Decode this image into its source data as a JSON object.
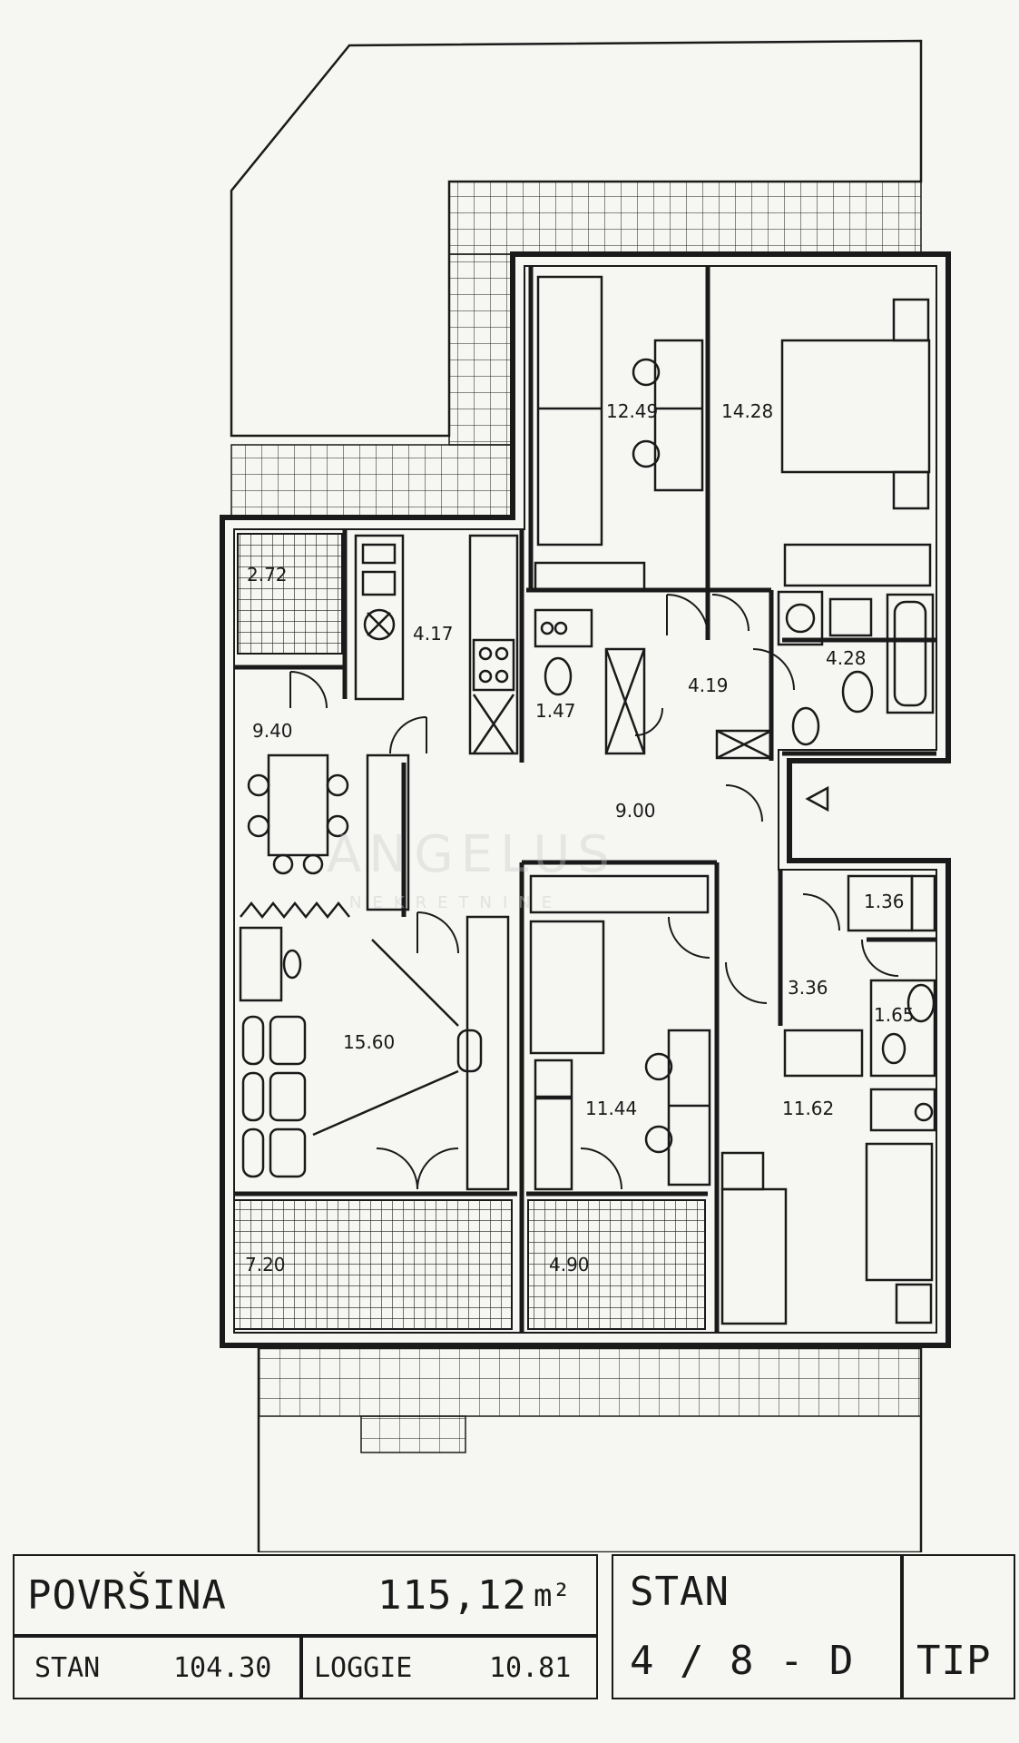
{
  "watermark": {
    "name": "ANGELUS",
    "sub": "NEKRETNINE"
  },
  "rooms": [
    {
      "id": "room-12-49",
      "label": "12.49"
    },
    {
      "id": "room-14-28",
      "label": "14.28"
    },
    {
      "id": "room-2-72",
      "label": "2.72"
    },
    {
      "id": "room-4-17",
      "label": "4.17"
    },
    {
      "id": "room-4-19",
      "label": "4.19"
    },
    {
      "id": "room-4-28",
      "label": "4.28"
    },
    {
      "id": "room-1-47",
      "label": "1.47"
    },
    {
      "id": "room-9-40",
      "label": "9.40"
    },
    {
      "id": "room-9-00",
      "label": "9.00"
    },
    {
      "id": "room-1-36",
      "label": "1.36"
    },
    {
      "id": "room-3-36",
      "label": "3.36"
    },
    {
      "id": "room-1-65",
      "label": "1.65"
    },
    {
      "id": "room-15-60",
      "label": "15.60"
    },
    {
      "id": "room-11-44",
      "label": "11.44"
    },
    {
      "id": "room-11-62",
      "label": "11.62"
    },
    {
      "id": "room-7-20",
      "label": "7.20"
    },
    {
      "id": "room-4-90",
      "label": "4.90"
    }
  ],
  "summary": {
    "povrsina_label": "POVRŠINA",
    "povrsina_value": "115,12",
    "povrsina_unit": "m²",
    "stan_label": "STAN",
    "stan_value": "104.30",
    "loggie_label": "LOGGIE",
    "loggie_value": "10.81",
    "stan_title": "STAN",
    "stan_code": "4 / 8 - D",
    "tip_label": "TIP"
  }
}
